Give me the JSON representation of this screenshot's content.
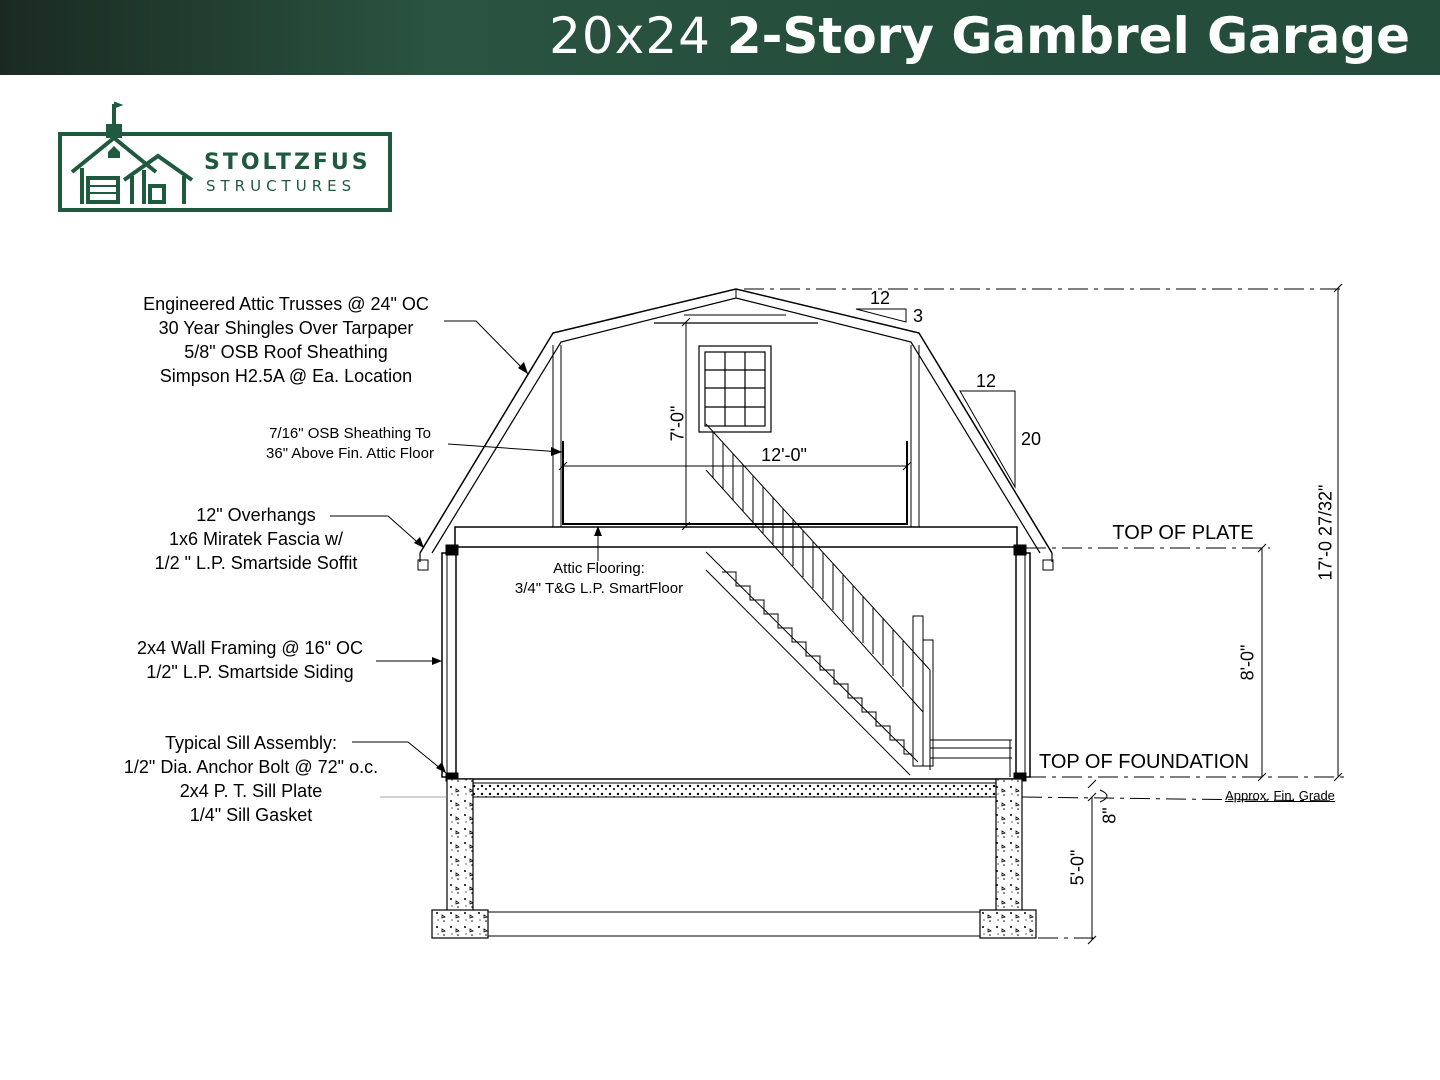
{
  "header": {
    "title_light": "20x24",
    "title_bold": "2-Story Gambrel Garage"
  },
  "logo": {
    "line1": "STOLTZFUS",
    "line2": "STRUCTURES"
  },
  "callouts": {
    "roof": [
      "Engineered Attic Trusses @ 24\" OC",
      "30 Year Shingles Over Tarpaper",
      "5/8\" OSB Roof Sheathing",
      "Simpson H2.5A @ Ea. Location"
    ],
    "sheathing": [
      "7/16\" OSB Sheathing To",
      "36\" Above Fin. Attic Floor"
    ],
    "overhang": [
      "12\" Overhangs",
      "1x6 Miratek Fascia w/",
      "1/2 \" L.P. Smartside Soffit"
    ],
    "attic_floor": [
      "Attic Flooring:",
      "3/4\" T&G L.P. SmartFloor"
    ],
    "wall": [
      "2x4 Wall Framing @ 16\" OC",
      "1/2\" L.P. Smartside Siding"
    ],
    "sill": [
      "Typical Sill Assembly:",
      "1/2\" Dia. Anchor Bolt @ 72\" o.c.",
      "2x4 P. T. Sill Plate",
      "1/4\" Sill Gasket"
    ]
  },
  "dimensions": {
    "attic_height": "7'-0\"",
    "attic_width": "12'-0\"",
    "wall_height": "8'-0\"",
    "overall_height": "17'-0 27/32\"",
    "grade_offset": "8\"",
    "foundation_depth": "5'-0\""
  },
  "pitch": {
    "upper": {
      "run": "12",
      "rise": "3"
    },
    "lower": {
      "run": "12",
      "rise": "20"
    }
  },
  "levels": {
    "top_of_plate": "TOP OF PLATE",
    "top_of_foundation": "TOP OF FOUNDATION",
    "grade": "Approx. Fin. Grade"
  },
  "colors": {
    "brand_green": "#1f5a3f",
    "header_dark": "#1a2a22"
  }
}
